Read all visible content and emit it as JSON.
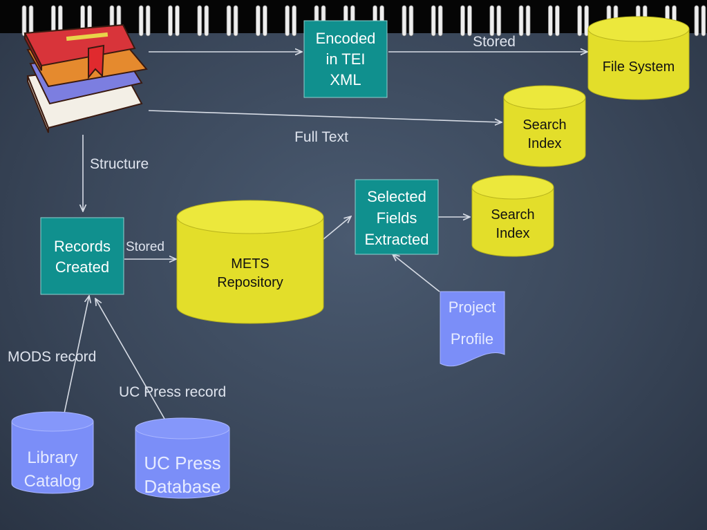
{
  "colors": {
    "teal": "#10908e",
    "yellow": "#e3de2a",
    "blue": "#7b8ef8",
    "line": "#d8dde6",
    "text_light": "#dfe4ee",
    "text_dark": "#111111"
  },
  "icons": [
    "books-icon",
    "spiral-binding-icon"
  ],
  "nodes": {
    "tei": {
      "line1": "Encoded",
      "line2": "in TEI",
      "line3": "XML"
    },
    "file_system": {
      "label": "File System"
    },
    "search_index_top": {
      "line1": "Search",
      "line2": "Index"
    },
    "selected_fields": {
      "line1": "Selected",
      "line2": "Fields",
      "line3": "Extracted"
    },
    "search_index_mid": {
      "line1": "Search",
      "line2": "Index"
    },
    "records_created": {
      "line1": "Records",
      "line2": "Created"
    },
    "mets_repository": {
      "line1": "METS",
      "line2": "Repository"
    },
    "project_profile": {
      "line1": "Project",
      "line2": "Profile"
    },
    "library_catalog": {
      "line1": "Library",
      "line2": "Catalog"
    },
    "uc_press_database": {
      "line1": "UC Press",
      "line2": "Database"
    }
  },
  "edges": {
    "stored_top": "Stored",
    "full_text": "Full Text",
    "structure": "Structure",
    "stored_records": "Stored",
    "mods_record": "MODS record",
    "uc_press_record": "UC Press record"
  }
}
